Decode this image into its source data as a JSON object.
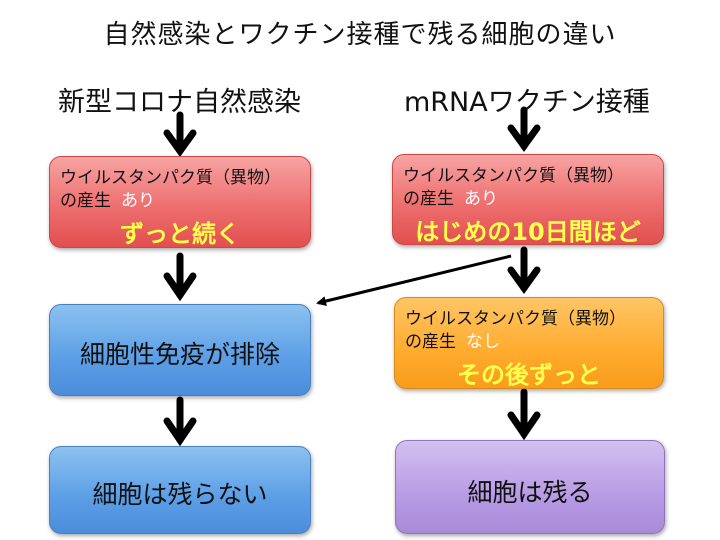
{
  "title": "自然感染とワクチン接種で残る細胞の違い",
  "left": {
    "heading": "新型コロナ自然感染",
    "box1": {
      "line1": "ウイルスタンパク質（異物）",
      "prefix": "の産生",
      "amount": "あり",
      "highlight": "ずっと続く"
    },
    "box2": {
      "text": "細胞性免疫が排除"
    },
    "box3": {
      "text": "細胞は残らない"
    }
  },
  "right": {
    "heading": "mRNAワクチン接種",
    "box1": {
      "line1": "ウイルスタンパク質（異物）",
      "prefix": "の産生",
      "amount": "あり",
      "highlight": "はじめの10日間ほど"
    },
    "box2": {
      "line1": "ウイルスタンパク質（異物）",
      "prefix": "の産生",
      "amount": "なし",
      "highlight": "その後ずっと"
    },
    "box3": {
      "text": "細胞は残る"
    }
  },
  "colors": {
    "red_box": "#ee6f6f",
    "blue_box": "#5b9ee6",
    "orange_box": "#ffab2e",
    "purple_box": "#b79be4",
    "highlight_text": "#ffff4d"
  }
}
